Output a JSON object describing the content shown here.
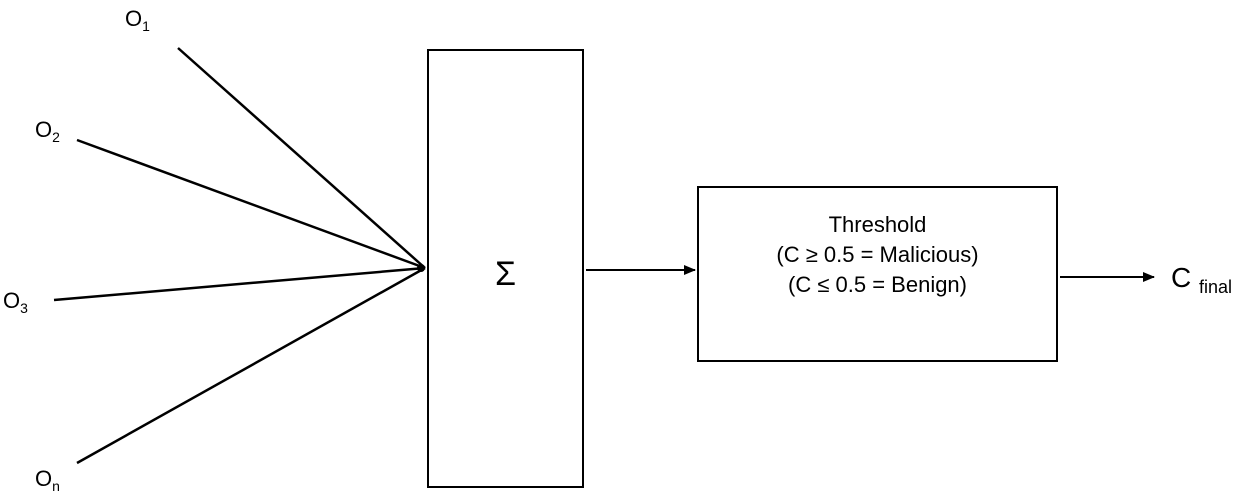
{
  "inputs": [
    {
      "base": "O",
      "sub": "1"
    },
    {
      "base": "O",
      "sub": "2"
    },
    {
      "base": "O",
      "sub": "3"
    },
    {
      "base": "O",
      "sub": "n"
    }
  ],
  "sum_symbol": "Σ",
  "threshold": {
    "title": "Threshold",
    "rule_malicious": "(C ≥ 0.5 = Malicious)",
    "rule_benign": "(C ≤ 0.5 = Benign)"
  },
  "output": {
    "base": "C",
    "sub": "final"
  }
}
